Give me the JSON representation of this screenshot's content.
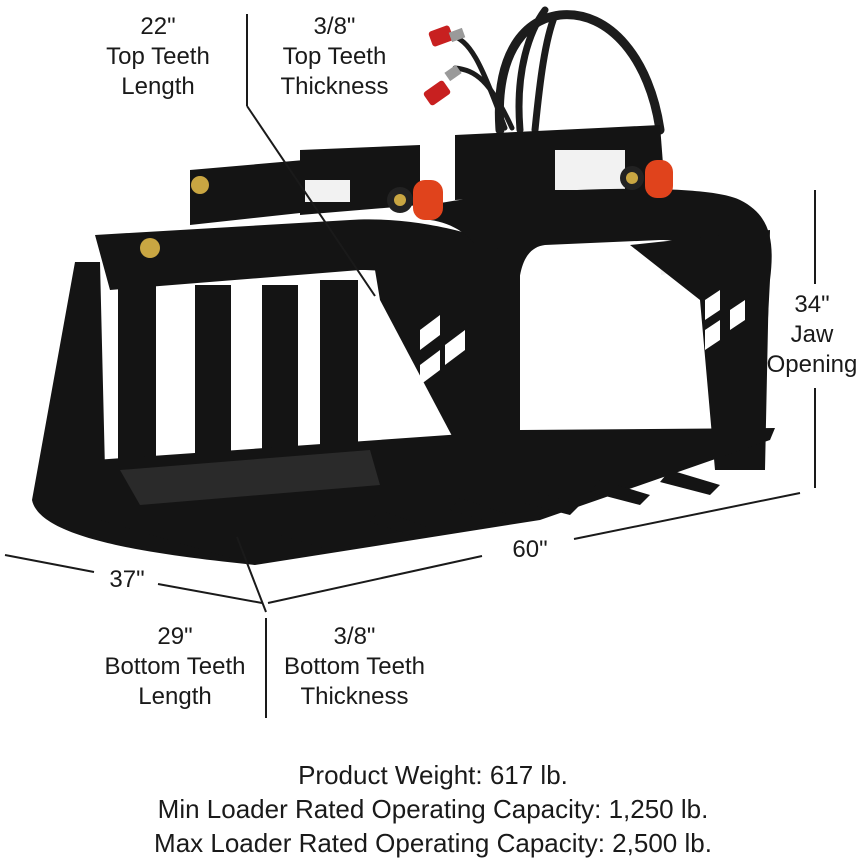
{
  "dimensions": {
    "top_teeth_length": {
      "value": "22\"",
      "line1": "Top Teeth",
      "line2": "Length"
    },
    "top_teeth_thickness": {
      "value": "3/8\"",
      "line1": "Top Teeth",
      "line2": "Thickness"
    },
    "jaw_opening": {
      "value": "34\"",
      "line1": "Jaw",
      "line2": "Opening"
    },
    "width": {
      "value": "60\""
    },
    "depth": {
      "value": "37\""
    },
    "bottom_teeth_length": {
      "value": "29\"",
      "line1": "Bottom Teeth",
      "line2": "Length"
    },
    "bottom_teeth_thickness": {
      "value": "3/8\"",
      "line1": "Bottom Teeth",
      "line2": "Thickness"
    }
  },
  "specs": {
    "weight": "Product Weight: 617 lb.",
    "min_capacity": "Min Loader Rated Operating Capacity: 1,250 lb.",
    "max_capacity": "Max Loader Rated Operating Capacity: 2,500 lb."
  },
  "colors": {
    "steel": "#141414",
    "accent": "#e0431c",
    "hose": "#1c1c1c",
    "text": "#1a1a1a"
  }
}
